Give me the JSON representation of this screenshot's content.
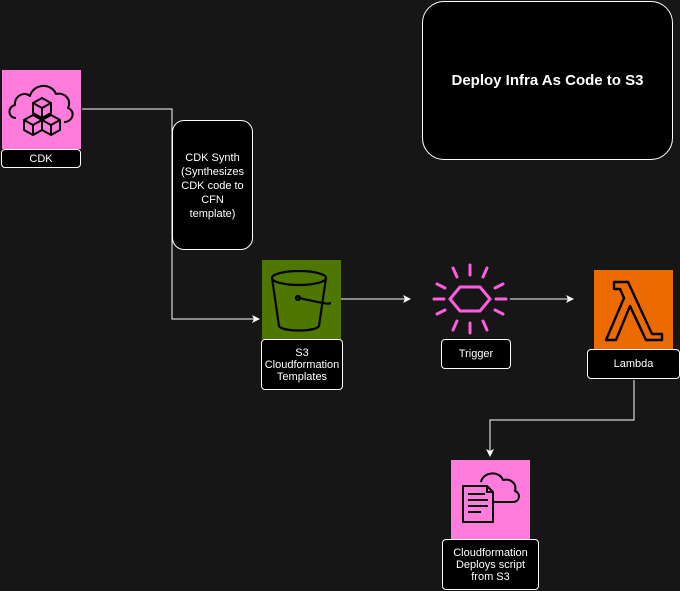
{
  "title": "Deploy Infra As Code to S3",
  "nodes": {
    "cdk": {
      "label": "CDK",
      "icon": "cdk-cloud-cubes-icon"
    },
    "synth_note": {
      "label": "CDK Synth\n(Synthesizes\nCDK code to\nCFN\ntemplate)"
    },
    "s3": {
      "label": "S3\nCloudformation\nTemplates",
      "icon": "s3-bucket-icon"
    },
    "trigger": {
      "label": "Trigger",
      "icon": "trigger-event-icon"
    },
    "lambda": {
      "label": "Lambda",
      "icon": "lambda-icon"
    },
    "cloudformation": {
      "label": "Cloudformation\nDeploys script\nfrom S3",
      "icon": "cloudformation-icon"
    }
  },
  "colors": {
    "background": "#161616",
    "cdk_tile": "#ff7bdc",
    "s3_tile": "#4e7700",
    "trigger_icon": "#ff5ce0",
    "lambda_tile": "#ec6b00",
    "cloudformation_tile": "#ff7bdc",
    "line": "#ffffff"
  }
}
